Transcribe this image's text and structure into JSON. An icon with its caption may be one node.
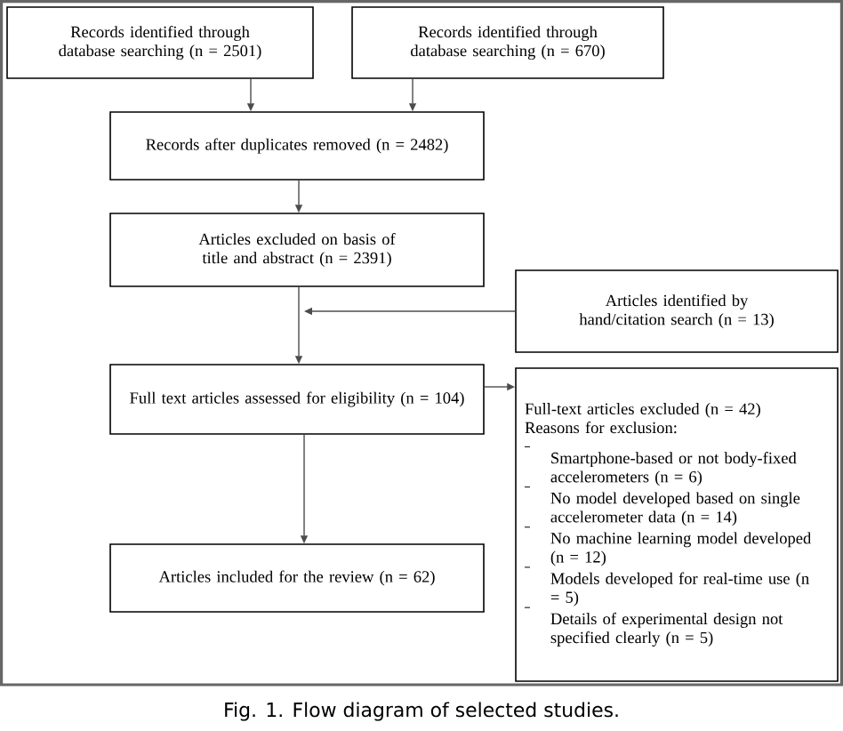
{
  "diagram": {
    "caption": "Fig. 1. Flow diagram of selected studies.",
    "nodes": [
      {
        "text": [
          "Records identified through database searching (n = 2501)"
        ]
      },
      {
        "text": [
          "Records identified through database searching (n = 670)"
        ]
      },
      {
        "text": [
          "Records after duplicates removed (n = 2482)"
        ]
      },
      {
        "text": [
          "Articles excluded on basis of title and abstract (n = 2391)"
        ]
      },
      {
        "text": [
          "Articles identified by hand/citation search (n = 13)"
        ]
      },
      {
        "text": [
          "Full text articles assessed for eligibility (n = 104)"
        ]
      },
      {
        "text": [
          "Full-text articles excluded (n = 42)",
          "Reasons for exclusion:",
          "Smartphone-based or not body-fixed accelerometers (n = 6)",
          "No model developed based on single accelerometer data (n = 14)",
          "No machine learning model developed (n = 12)",
          "Models developed for real-time use (n = 5)",
          "Details of experimental design not specified clearly (n = 5)"
        ]
      },
      {
        "text": [
          "Articles included for the review (n = 62)"
        ]
      }
    ],
    "edges": [
      {
        "from": 0,
        "to": 2,
        "arrow": "to"
      },
      {
        "from": 1,
        "to": 2,
        "arrow": "to"
      },
      {
        "from": 2,
        "to": 3,
        "arrow": "to"
      },
      {
        "from": 3,
        "to": 5,
        "arrow": "to"
      },
      {
        "from": 4,
        "to": null,
        "arrow": "to"
      },
      {
        "from": 5,
        "to": 6,
        "arrow": "to"
      },
      {
        "from": 5,
        "to": 7,
        "arrow": "to"
      }
    ]
  }
}
